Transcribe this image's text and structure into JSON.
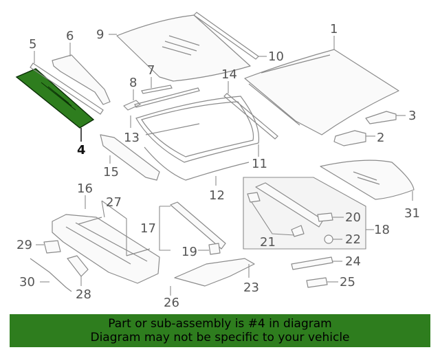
{
  "diagram": {
    "highlight_color": "#2e7d1e",
    "highlighted_part": "4",
    "callouts": {
      "p1": "1",
      "p2": "2",
      "p3": "3",
      "p4": "4",
      "p5": "5",
      "p6": "6",
      "p7": "7",
      "p8": "8",
      "p9": "9",
      "p10": "10",
      "p11": "11",
      "p12": "12",
      "p13": "13",
      "p14": "14",
      "p15": "15",
      "p16": "16",
      "p17": "17",
      "p18": "18",
      "p19": "19",
      "p20": "20",
      "p21": "21",
      "p22": "22",
      "p23": "23",
      "p24": "24",
      "p25": "25",
      "p26": "26",
      "p27": "27",
      "p28": "28",
      "p29": "29",
      "p30": "30",
      "p31": "31"
    }
  },
  "caption": {
    "line1": "Part or sub-assembly is #4 in diagram",
    "line2": "Diagram may not be specific to your vehicle"
  }
}
